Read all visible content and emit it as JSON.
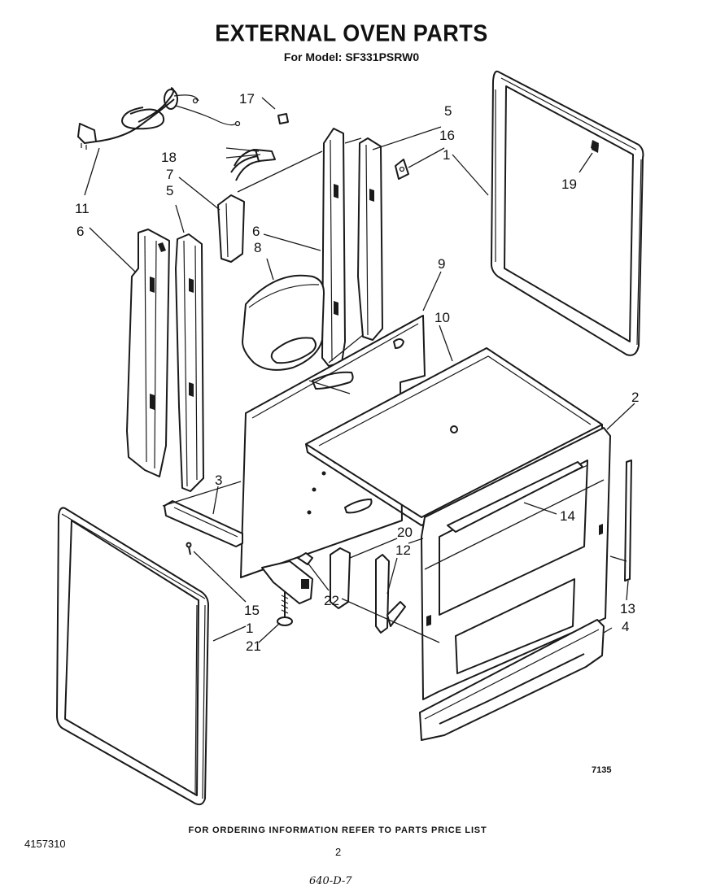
{
  "title": "EXTERNAL OVEN PARTS",
  "subtitle": "For Model: SF331PSRW0",
  "footer_note": "FOR ORDERING INFORMATION REFER TO PARTS PRICE LIST",
  "doc_id": "4157310",
  "page_number": "2",
  "ref_code": "7135",
  "handwritten_note": "640-D-7",
  "callouts": {
    "c1_upper": "1",
    "c1_lower": "1",
    "c2": "2",
    "c3": "3",
    "c4": "4",
    "c5_left": "5",
    "c5_right": "5",
    "c6_left": "6",
    "c6_mid": "6",
    "c7": "7",
    "c8": "8",
    "c9": "9",
    "c10": "10",
    "c11": "11",
    "c12": "12",
    "c13": "13",
    "c14": "14",
    "c15": "15",
    "c16": "16",
    "c17": "17",
    "c18": "18",
    "c19": "19",
    "c20": "20",
    "c21": "21",
    "c22": "22"
  }
}
